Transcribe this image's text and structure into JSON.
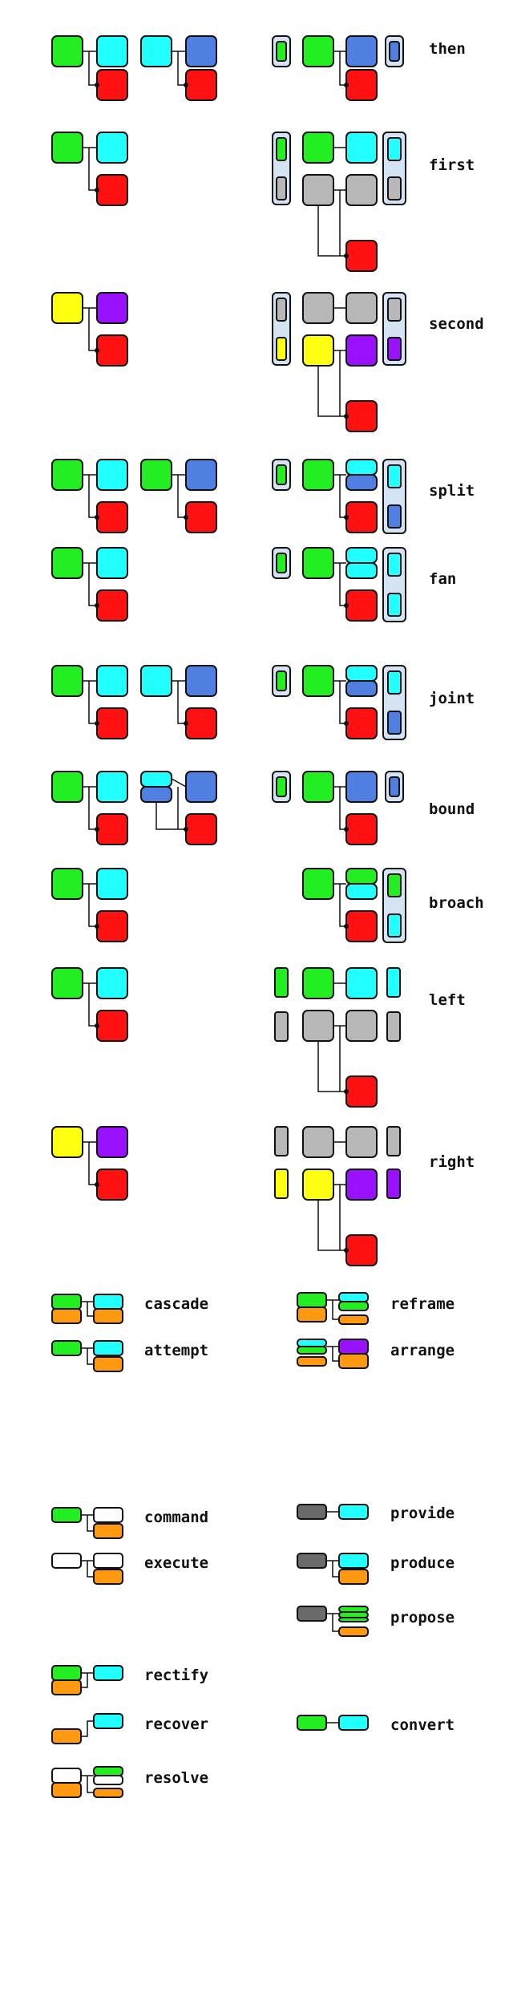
{
  "colors": {
    "green": "#22ee22",
    "cyan": "#22ffff",
    "blue": "#4f7fe0",
    "red": "#ff1111",
    "yellow": "#ffff11",
    "purple": "#9911ff",
    "gray": "#b8b8b8",
    "orange": "#ff9911",
    "white": "#ffffff",
    "dark": "#6a6a6a",
    "panel": "#d4e4f4",
    "stroke": "#111111"
  },
  "rows": [
    {
      "id": "then",
      "label": "then"
    },
    {
      "id": "first",
      "label": "first"
    },
    {
      "id": "second",
      "label": "second"
    },
    {
      "id": "split",
      "label": "split"
    },
    {
      "id": "fan",
      "label": "fan"
    },
    {
      "id": "joint",
      "label": "joint"
    },
    {
      "id": "bound",
      "label": "bound"
    },
    {
      "id": "broach",
      "label": "broach"
    },
    {
      "id": "left",
      "label": "left"
    },
    {
      "id": "right",
      "label": "right"
    }
  ],
  "legend_left": [
    {
      "id": "cascade",
      "label": "cascade"
    },
    {
      "id": "attempt",
      "label": "attempt"
    },
    {
      "id": "command",
      "label": "command"
    },
    {
      "id": "execute",
      "label": "execute"
    },
    {
      "id": "rectify",
      "label": "rectify"
    },
    {
      "id": "recover",
      "label": "recover"
    },
    {
      "id": "resolve",
      "label": "resolve"
    }
  ],
  "legend_right": [
    {
      "id": "reframe",
      "label": "reframe"
    },
    {
      "id": "arrange",
      "label": "arrange"
    },
    {
      "id": "provide",
      "label": "provide"
    },
    {
      "id": "produce",
      "label": "produce"
    },
    {
      "id": "propose",
      "label": "propose"
    },
    {
      "id": "convert",
      "label": "convert"
    }
  ]
}
